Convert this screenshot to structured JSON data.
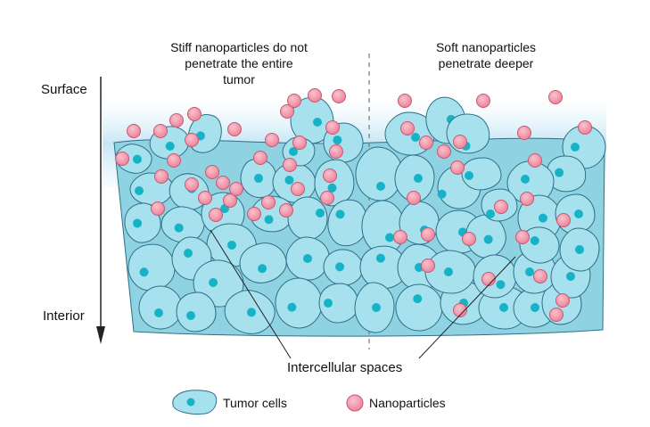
{
  "captions": {
    "stiff": [
      "Stiff nanoparticles do not",
      "penetrate the entire",
      "tumor"
    ],
    "soft": [
      "Soft nanoparticles",
      "penetrate deeper"
    ]
  },
  "axis": {
    "top_label": "Surface",
    "bottom_label": "Interior"
  },
  "callout": "Intercellular spaces",
  "legend": {
    "tumor_cells": "Tumor cells",
    "nanoparticles": "Nanoparticles"
  },
  "colors": {
    "cell_fill": "#a7e1ee",
    "cell_stroke": "#2f6f86",
    "nucleus": "#16b3c7",
    "nanoparticle_fill": "#f08aa0",
    "nanoparticle_stroke": "#c9586f",
    "surface_glow": "#bfe4f4"
  }
}
